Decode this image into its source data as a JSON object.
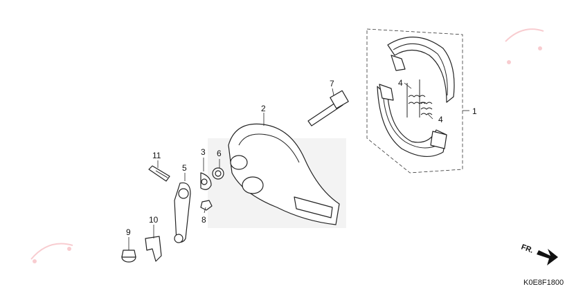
{
  "diagram": {
    "callouts": {
      "c1": "1",
      "c2": "2",
      "c3": "3",
      "c4a": "4",
      "c4b": "4",
      "c5": "5",
      "c6": "6",
      "c7": "7",
      "c8": "8",
      "c9": "9",
      "c10": "10",
      "c11": "11"
    },
    "drawing_code": "K0E8F1800",
    "direction_label": "FR."
  }
}
